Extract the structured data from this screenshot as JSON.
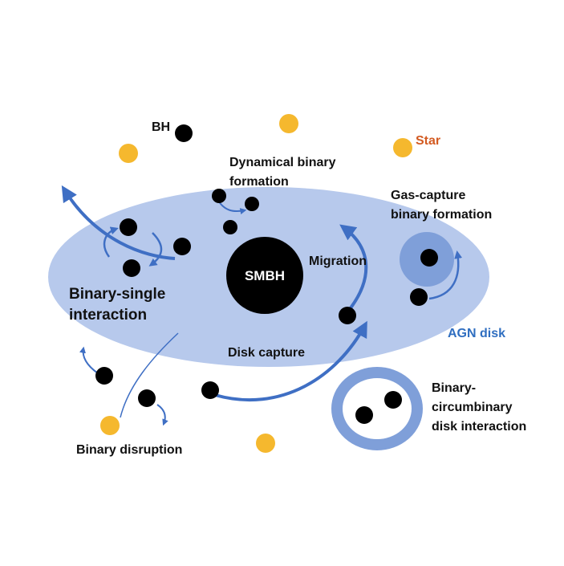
{
  "labels": {
    "bh": "BH",
    "star": "Star",
    "smbh": "SMBH",
    "dynamical_binary_formation": [
      "Dynamical binary",
      "formation"
    ],
    "gas_capture_binary_formation": [
      "Gas-capture",
      "binary formation"
    ],
    "migration": "Migration",
    "binary_single_interaction": [
      "Binary-single",
      "interaction"
    ],
    "agn_disk": "AGN disk",
    "disk_capture": "Disk capture",
    "binary_circumbinary_disk_interaction": [
      "Binary-",
      "circumbinary",
      "disk interaction"
    ],
    "binary_disruption": "Binary disruption"
  },
  "colors": {
    "agn_disk": "#b7c9ec",
    "disk_outline": "#9cb3e0",
    "ring": "#7f9fd9",
    "arrow": "#3f6fc4",
    "star": "#f5b82e",
    "black_hole": "#000000",
    "star_label": "#d35b22",
    "agn_label": "#2f6ec0"
  },
  "icons": {
    "black_hole": "filled-black-circle",
    "star": "filled-yellow-circle",
    "smbh": "large-black-circle"
  }
}
